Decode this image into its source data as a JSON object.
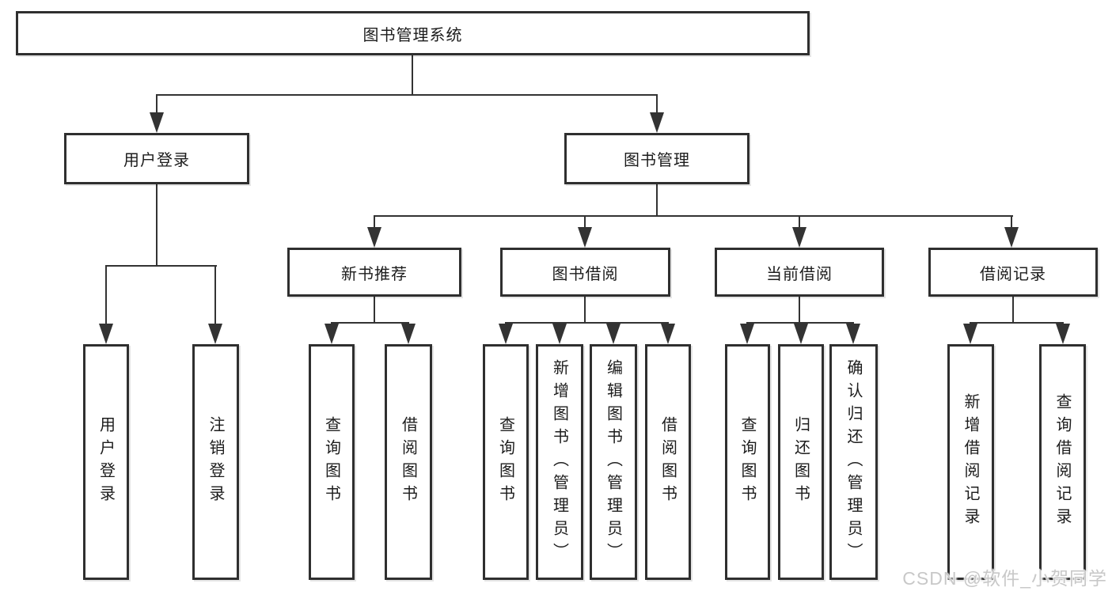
{
  "colors": {
    "line": "#333333",
    "box_border": "#2f2f2f",
    "text": "#1c1c1c",
    "watermark": "#c8c8c8",
    "background": "#ffffff"
  },
  "tree": {
    "root": {
      "label": "图书管理系统"
    },
    "branches": [
      {
        "label": "用户登录",
        "children": [
          "用户登录",
          "注销登录"
        ]
      },
      {
        "label": "图书管理",
        "sections": [
          {
            "label": "新书推荐",
            "children": [
              "查询图书",
              "借阅图书"
            ]
          },
          {
            "label": "图书借阅",
            "children": [
              "查询图书",
              "新增图书（管理员）",
              "编辑图书（管理员）",
              "借阅图书"
            ]
          },
          {
            "label": "当前借阅",
            "children": [
              "查询图书",
              "归还图书",
              "确认归还（管理员）"
            ]
          },
          {
            "label": "借阅记录",
            "children": [
              "新增借阅记录",
              "查询借阅记录"
            ]
          }
        ]
      }
    ]
  },
  "watermark": {
    "text": "CSDN @软件_小贺同学"
  }
}
